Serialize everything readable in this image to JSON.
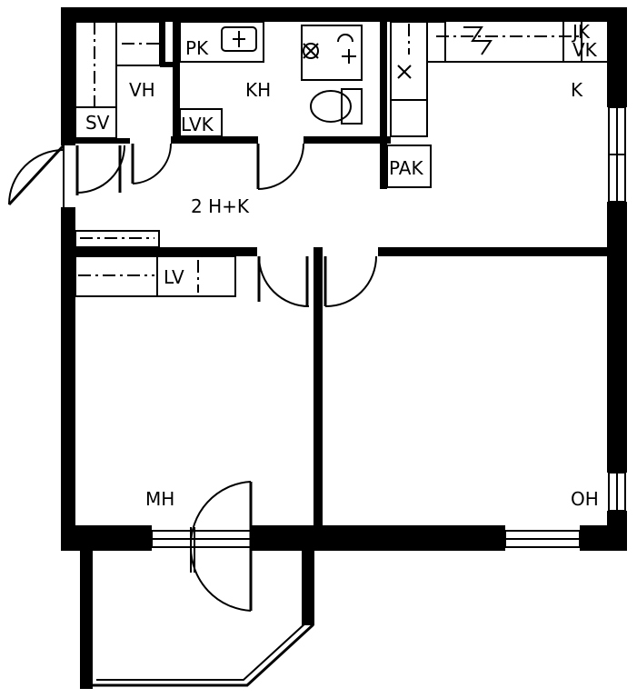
{
  "plan": {
    "type_label": "2 H+K",
    "rooms": {
      "vh": "VH",
      "kh": "KH",
      "k": "K",
      "sv": "SV",
      "pk": "PK",
      "lvk": "LVK",
      "pak": "PAK",
      "lv": "LV",
      "mh": "MH",
      "oh": "OH",
      "jk": "JK",
      "vk": "VK"
    }
  }
}
